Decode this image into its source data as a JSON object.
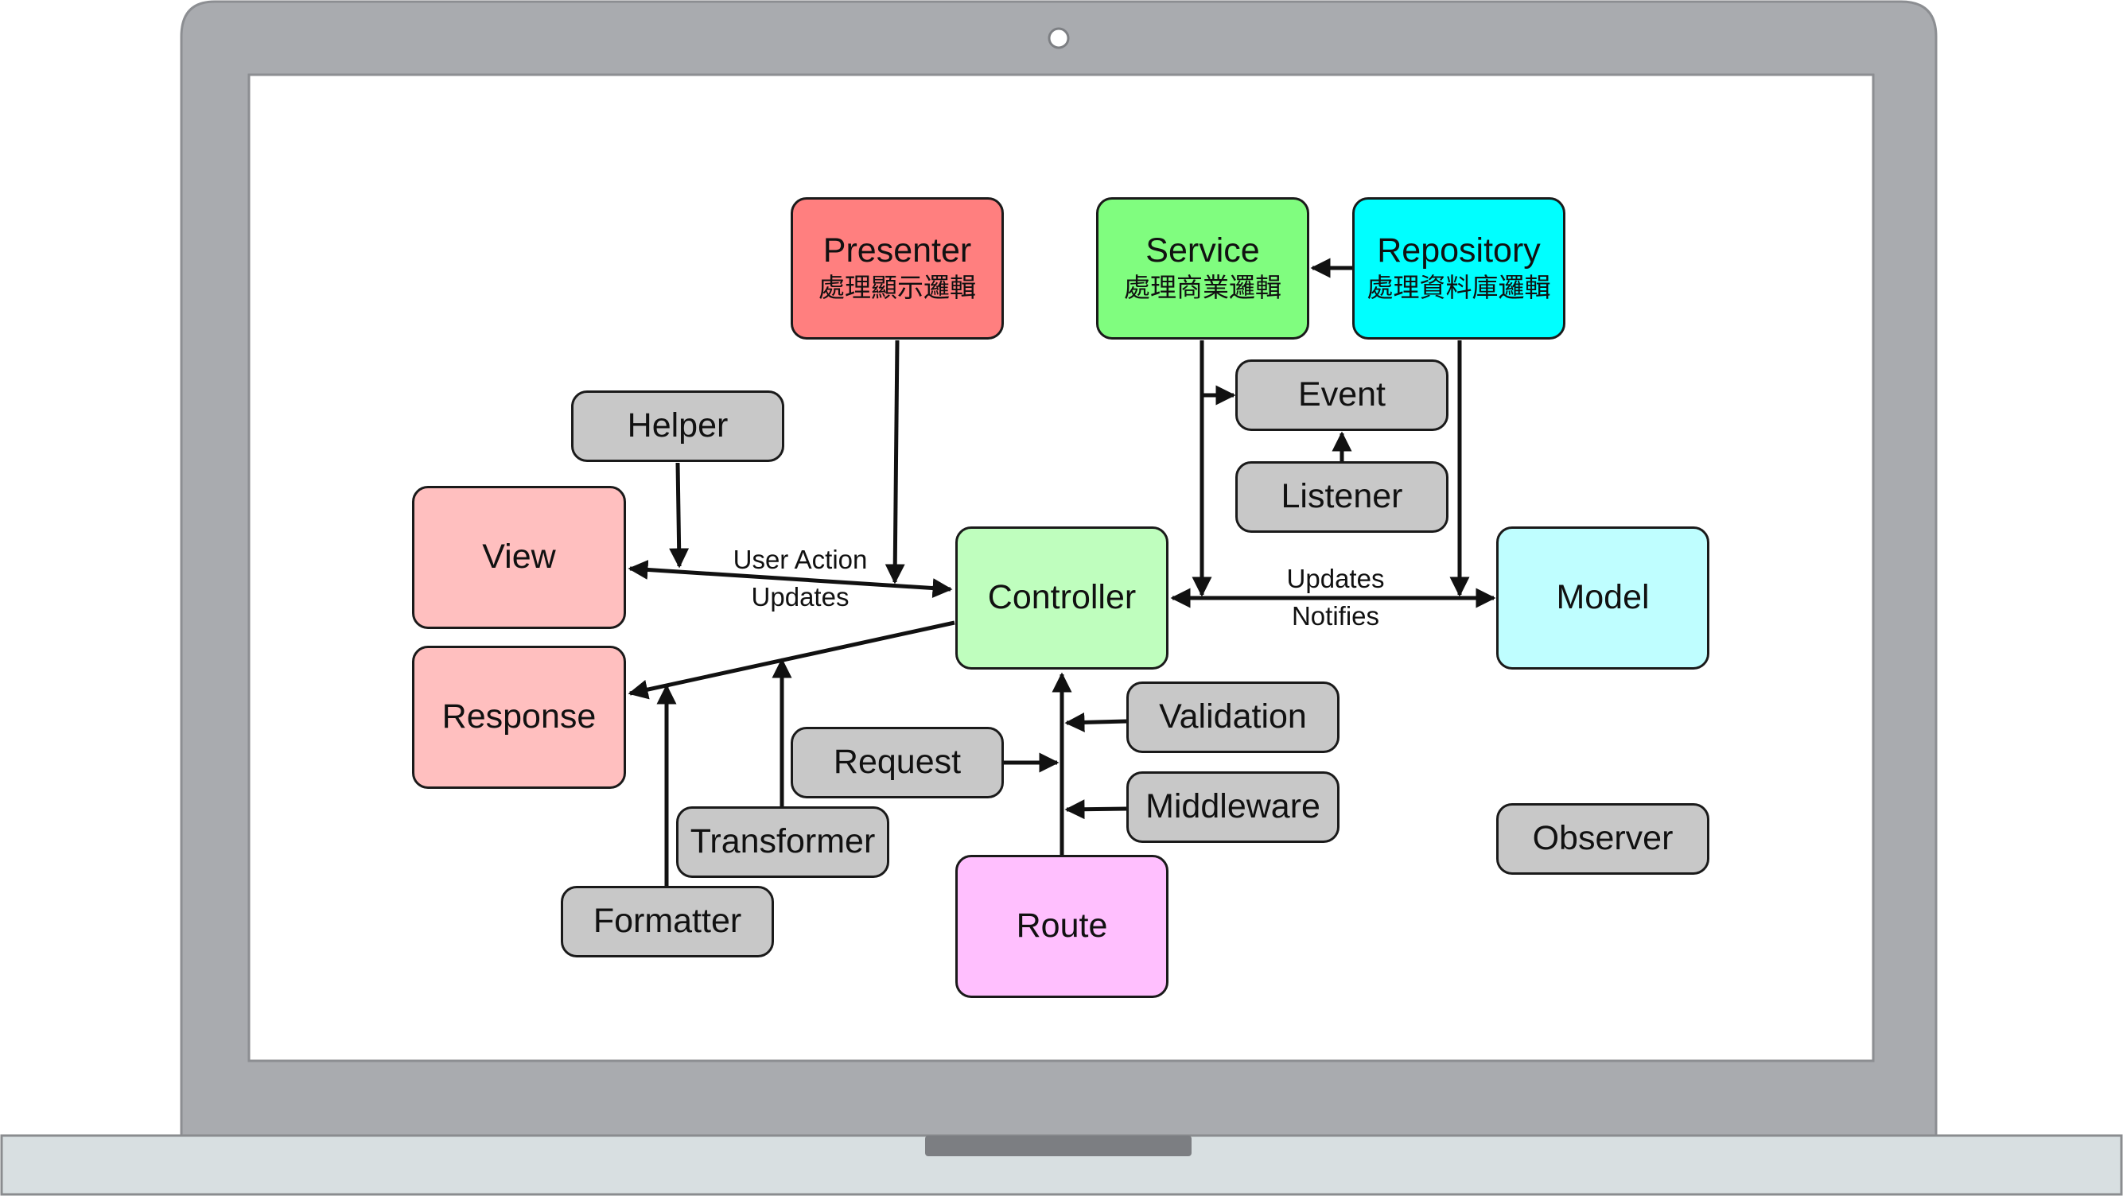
{
  "colors": {
    "presenter": "#ff7f7f",
    "service": "#80fd7f",
    "repository": "#00ffff",
    "view": "#ffbfbf",
    "response": "#ffbfbf",
    "controller": "#bffebe",
    "model": "#bffeff",
    "route": "#ffbffe",
    "gray_node": "#c8c8c8",
    "laptop_frame": "#a9abaf",
    "laptop_base": "#d8dfe1"
  },
  "nodes": {
    "presenter": {
      "title": "Presenter",
      "subtitle": "處理顯示邏輯"
    },
    "service": {
      "title": "Service",
      "subtitle": "處理商業邏輯"
    },
    "repository": {
      "title": "Repository",
      "subtitle": "處理資料庫邏輯"
    },
    "helper": {
      "title": "Helper"
    },
    "event": {
      "title": "Event"
    },
    "listener": {
      "title": "Listener"
    },
    "view": {
      "title": "View"
    },
    "controller": {
      "title": "Controller"
    },
    "model": {
      "title": "Model"
    },
    "response": {
      "title": "Response"
    },
    "validation": {
      "title": "Validation"
    },
    "request": {
      "title": "Request"
    },
    "middleware": {
      "title": "Middleware"
    },
    "transformer": {
      "title": "Transformer"
    },
    "observer": {
      "title": "Observer"
    },
    "formatter": {
      "title": "Formatter"
    },
    "route": {
      "title": "Route"
    }
  },
  "edge_labels": {
    "view_controller_top": "User Action",
    "view_controller_bottom": "Updates",
    "controller_model_top": "Updates",
    "controller_model_bottom": "Notifies"
  }
}
